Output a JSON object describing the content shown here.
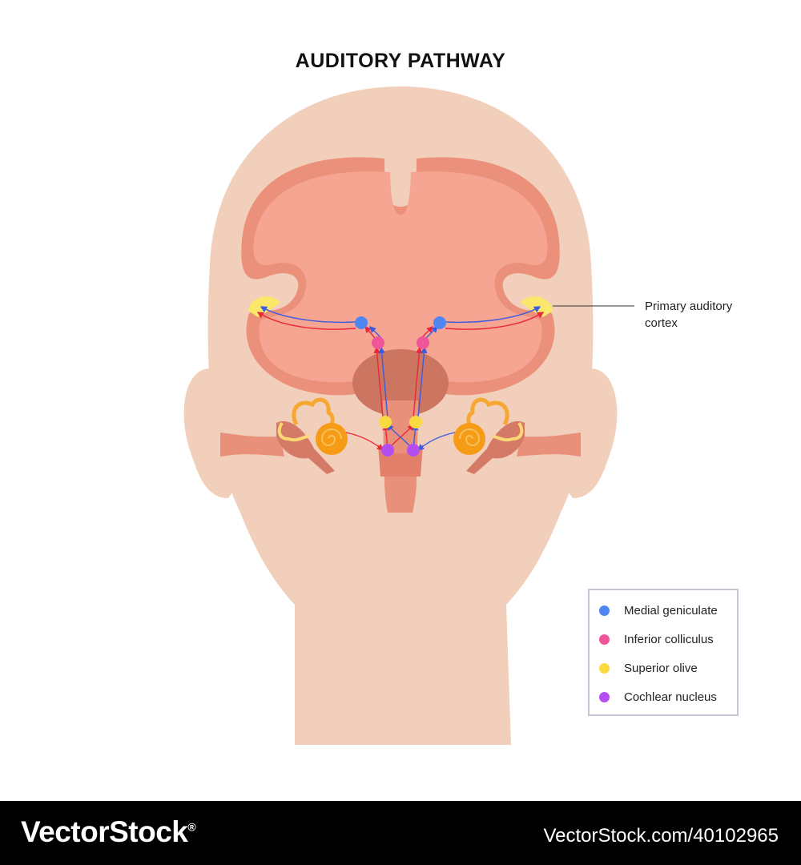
{
  "title": "AUDITORY PATHWAY",
  "callout": {
    "line1": "Primary auditory",
    "line2": "cortex"
  },
  "legend": [
    {
      "label": "Medial geniculate",
      "color": "#4f86f2"
    },
    {
      "label": "Inferior colliculus",
      "color": "#f0559a"
    },
    {
      "label": "Superior olive",
      "color": "#f9da40"
    },
    {
      "label": "Cochlear nucleus",
      "color": "#b54ef0"
    }
  ],
  "colors": {
    "skin": "#f2cfbb",
    "brain_outline": "#eb907a",
    "brain_fill": "#f6a592",
    "brainstem": "#cc7560",
    "ear_canal": "#e8907a",
    "cochlea": "#f69b16",
    "auditory_cortex": "#fbe76a",
    "pathway_red": "#e8283a",
    "pathway_blue": "#3b5be0"
  },
  "footer": {
    "brand": "VectorStock",
    "brand_mark": "®",
    "id": "VectorStock.com/40102965"
  }
}
